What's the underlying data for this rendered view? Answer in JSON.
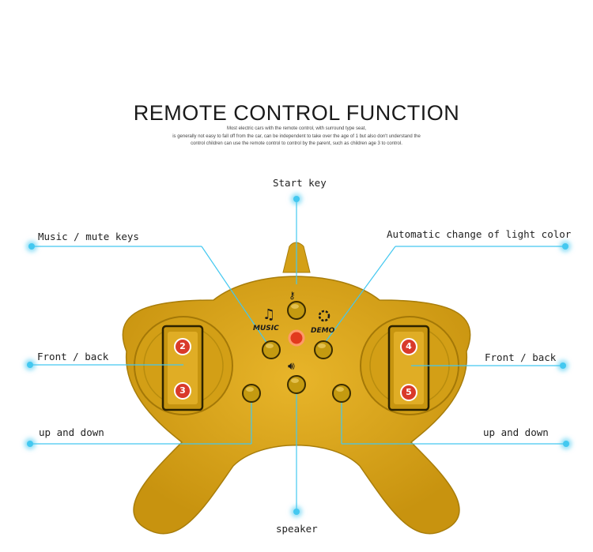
{
  "title": "REMOTE CONTROL FUNCTION",
  "description": [
    "Most electric cars with the remote control, with surround type seat,",
    "is generally not easy to fall off from the car, can be independent to take over the age of 1 but also don't understand the",
    "control children can use the remote control to control by the parent, such as children age 3 to control."
  ],
  "callouts": {
    "start_key": "Start key",
    "music_mute": "Music / mute keys",
    "auto_light": "Automatic change of light color",
    "front_back_left": "Front / back",
    "front_back_right": "Front / back",
    "up_down_left": "up and down",
    "up_down_right": "up and down",
    "speaker": "speaker"
  },
  "controller": {
    "music_label": "MUSIC",
    "demo_label": "DEMO",
    "paddle_numbers": [
      "2",
      "3",
      "4",
      "5"
    ]
  },
  "colors": {
    "body": "#d8a31a",
    "leader_line": "#43c8f0",
    "paddle_number": "#d93a2a"
  }
}
